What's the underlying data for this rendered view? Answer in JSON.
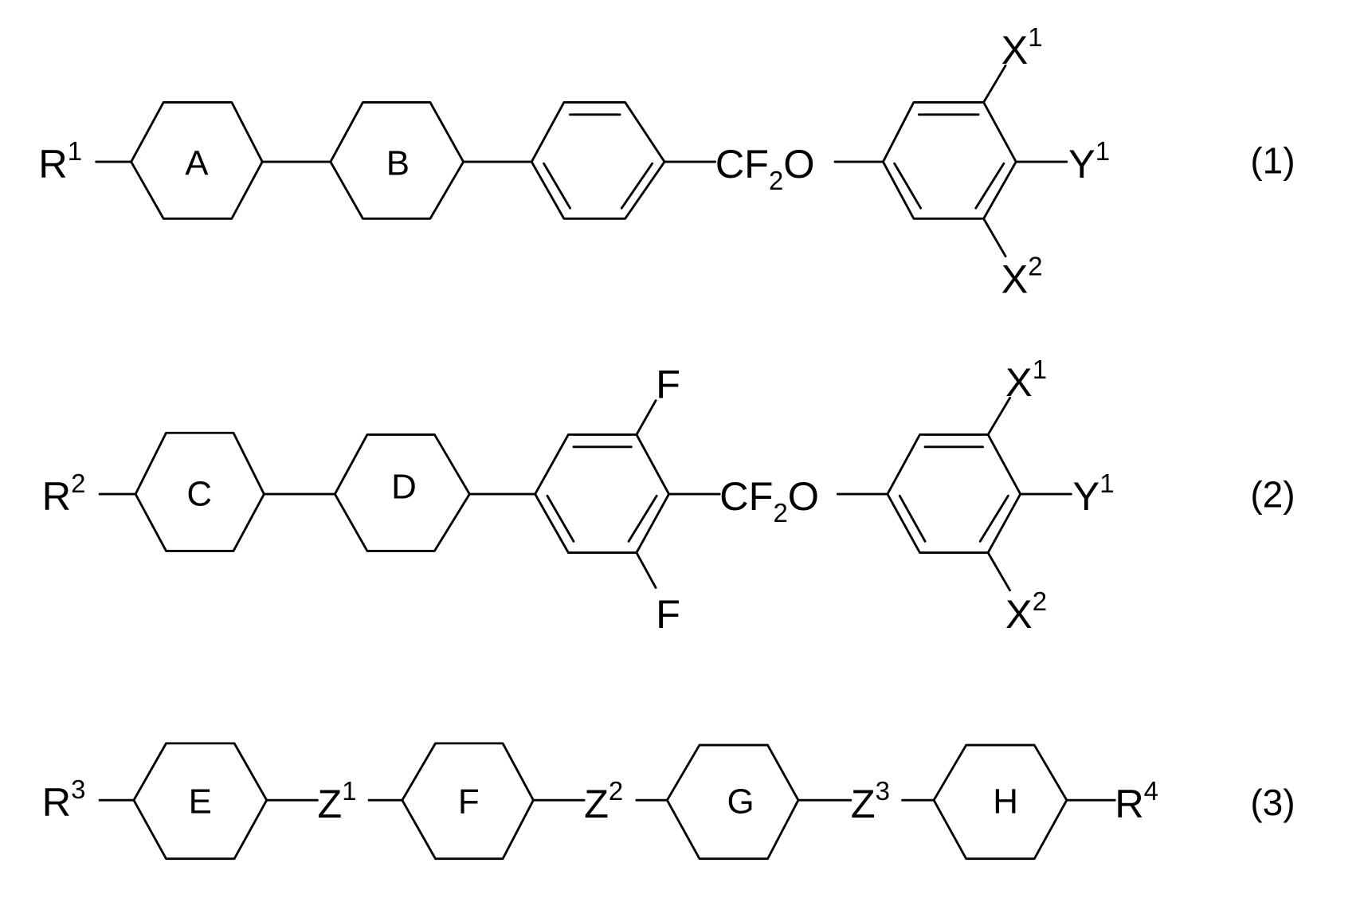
{
  "formula1": {
    "number": "(1)",
    "r": "R",
    "r_sup": "1",
    "rings": [
      "A",
      "B"
    ],
    "linker": "CF",
    "linker_sub": "2",
    "linker_end": "O",
    "x1": "X",
    "x1_sup": "1",
    "y1": "Y",
    "y1_sup": "1",
    "x2": "X",
    "x2_sup": "2"
  },
  "formula2": {
    "number": "(2)",
    "r": "R",
    "r_sup": "2",
    "rings": [
      "C",
      "D"
    ],
    "f_top": "F",
    "f_bottom": "F",
    "linker": "CF",
    "linker_sub": "2",
    "linker_end": "O",
    "x1": "X",
    "x1_sup": "1",
    "y1": "Y",
    "y1_sup": "1",
    "x2": "X",
    "x2_sup": "2"
  },
  "formula3": {
    "number": "(3)",
    "r3": "R",
    "r3_sup": "3",
    "r4": "R",
    "r4_sup": "4",
    "rings": [
      "E",
      "F",
      "G",
      "H"
    ],
    "z1": "Z",
    "z1_sup": "1",
    "z2": "Z",
    "z2_sup": "2",
    "z3": "Z",
    "z3_sup": "3"
  }
}
